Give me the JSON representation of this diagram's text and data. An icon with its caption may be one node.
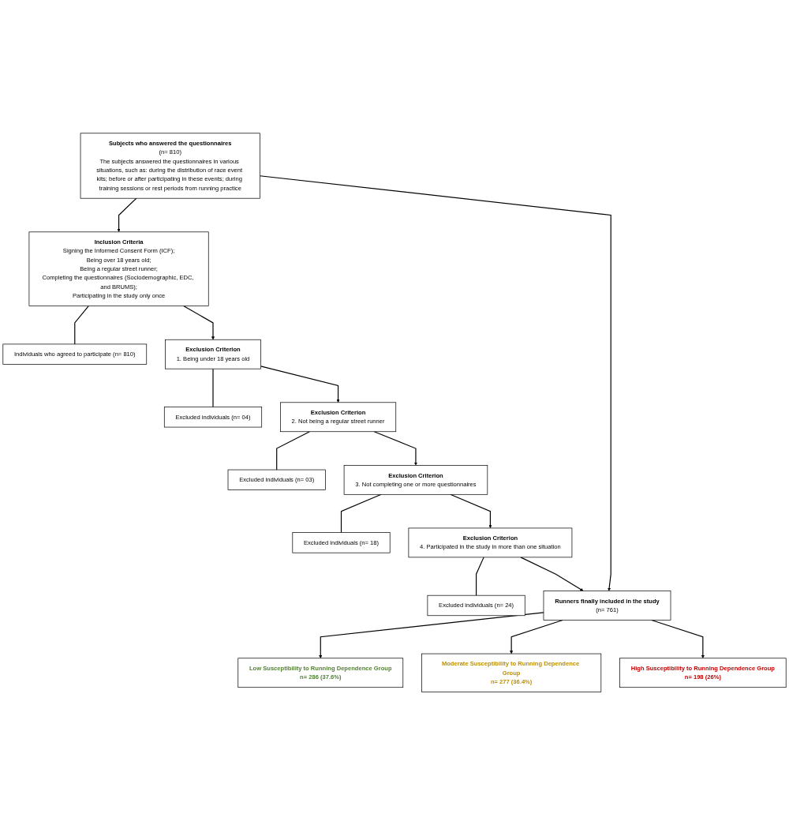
{
  "diagram": {
    "nodes": [
      {
        "text": [
          "Subjects who answered the questionnaires",
          "(n= 810)",
          "The subjects answered the questionnaires in various situations, such as: during the distribution of race event kits; before or after participating in these events; during training sessions or rest periods from running practice"
        ]
      },
      {
        "text": [
          "Inclusion Criteria",
          "Signing the Informed Consent Form (ICF);",
          "Being over 18 years old;",
          "Being a regular street runner;",
          "Completing the questionnaires (Sociodemographic, EDC, and BRUMS);",
          "Participating in the study only once"
        ]
      },
      {
        "text": [
          "Individuals who agreed to participate (n= 810)"
        ]
      },
      {
        "text": [
          "Exclusion Criterion",
          "1. Being under 18 years old"
        ]
      },
      {
        "text": [
          "Excluded individuals (n= 04)"
        ]
      },
      {
        "text": [
          "Exclusion Criterion",
          "2. Not being a regular street runner"
        ]
      },
      {
        "text": [
          "Excluded individuals (n= 03)"
        ]
      },
      {
        "text": [
          "Exclusion Criterion",
          "3.  Not completing one or more questionnaires"
        ]
      },
      {
        "text": [
          "Excluded individuals (n= 18)"
        ]
      },
      {
        "text": [
          "Exclusion Criterion",
          "4. Participated in the study in more than one situation"
        ]
      },
      {
        "text": [
          "Excluded individuals (n= 24)"
        ]
      },
      {
        "text": [
          "Runners finally included in the study",
          "(n= 761)"
        ]
      },
      {
        "text": [
          "Low Susceptibility to Running Dependence Group",
          "n= 286 (37.6%)"
        ]
      },
      {
        "text": [
          "Moderate Susceptibility to Running Dependence Group",
          "n= 277 (36.4%)"
        ]
      },
      {
        "text": [
          "High Susceptibility to Running Dependence Group",
          "n= 198 (26%)"
        ]
      }
    ],
    "edges": [
      {
        "from": 0,
        "to": 1,
        "arrow": "to"
      },
      {
        "from": 1,
        "to": 2,
        "arrow": "none"
      },
      {
        "from": 1,
        "to": 3,
        "arrow": "to"
      },
      {
        "from": 3,
        "to": 4,
        "arrow": "none"
      },
      {
        "from": 3,
        "to": 5,
        "arrow": "to"
      },
      {
        "from": 5,
        "to": 6,
        "arrow": "none"
      },
      {
        "from": 5,
        "to": 7,
        "arrow": "to"
      },
      {
        "from": 7,
        "to": 8,
        "arrow": "none"
      },
      {
        "from": 7,
        "to": 9,
        "arrow": "to"
      },
      {
        "from": 9,
        "to": 10,
        "arrow": "none"
      },
      {
        "from": 9,
        "to": 11,
        "arrow": "to"
      },
      {
        "from": 0,
        "to": 11,
        "arrow": "to"
      },
      {
        "from": 11,
        "to": 12,
        "arrow": "to"
      },
      {
        "from": 11,
        "to": 13,
        "arrow": "to"
      },
      {
        "from": 11,
        "to": 14,
        "arrow": "to"
      }
    ]
  }
}
